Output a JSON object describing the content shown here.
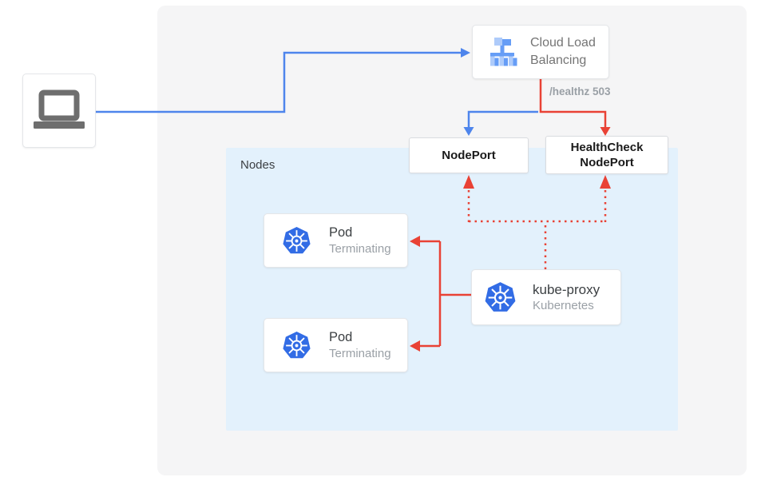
{
  "labels": {
    "nodes_panel": "Nodes",
    "load_balancer_line1": "Cloud Load",
    "load_balancer_line2": "Balancing",
    "health_route": "/healthz 503",
    "node_port": "NodePort",
    "health_check_line1": "HealthCheck",
    "health_check_line2": "NodePort"
  },
  "pods": [
    {
      "title": "Pod",
      "subtitle": "Terminating"
    },
    {
      "title": "Pod",
      "subtitle": "Terminating"
    }
  ],
  "kube_proxy": {
    "title": "kube-proxy",
    "subtitle": "Kubernetes"
  },
  "icons": {
    "client": "laptop-icon",
    "load_balancer": "cloud-load-balancing-icon",
    "pods": "kubernetes-icon",
    "kube_proxy": "kubernetes-icon"
  },
  "colors": {
    "traffic_blue": "#4e85ec",
    "health_red": "#e94235",
    "panel_gray": "#f5f5f6",
    "nodes_panel_blue": "#e3f1fc",
    "kubernetes_blue": "#326ce5",
    "lb_icon_light_blue": "#aecbfa",
    "lb_icon_medium_blue": "#669df6"
  }
}
